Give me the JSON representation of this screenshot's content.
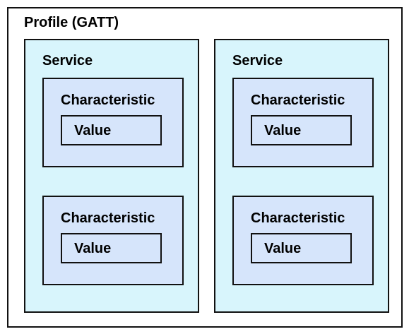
{
  "profile": {
    "title": "Profile (GATT)"
  },
  "services": [
    {
      "title": "Service",
      "characteristics": [
        {
          "title": "Characteristic",
          "value_label": "Value"
        },
        {
          "title": "Characteristic",
          "value_label": "Value"
        }
      ]
    },
    {
      "title": "Service",
      "characteristics": [
        {
          "title": "Characteristic",
          "value_label": "Value"
        },
        {
          "title": "Characteristic",
          "value_label": "Value"
        }
      ]
    }
  ],
  "colors": {
    "service_fill": "#d8f5fc",
    "characteristic_fill": "#d6e5fb",
    "border": "#111111"
  }
}
